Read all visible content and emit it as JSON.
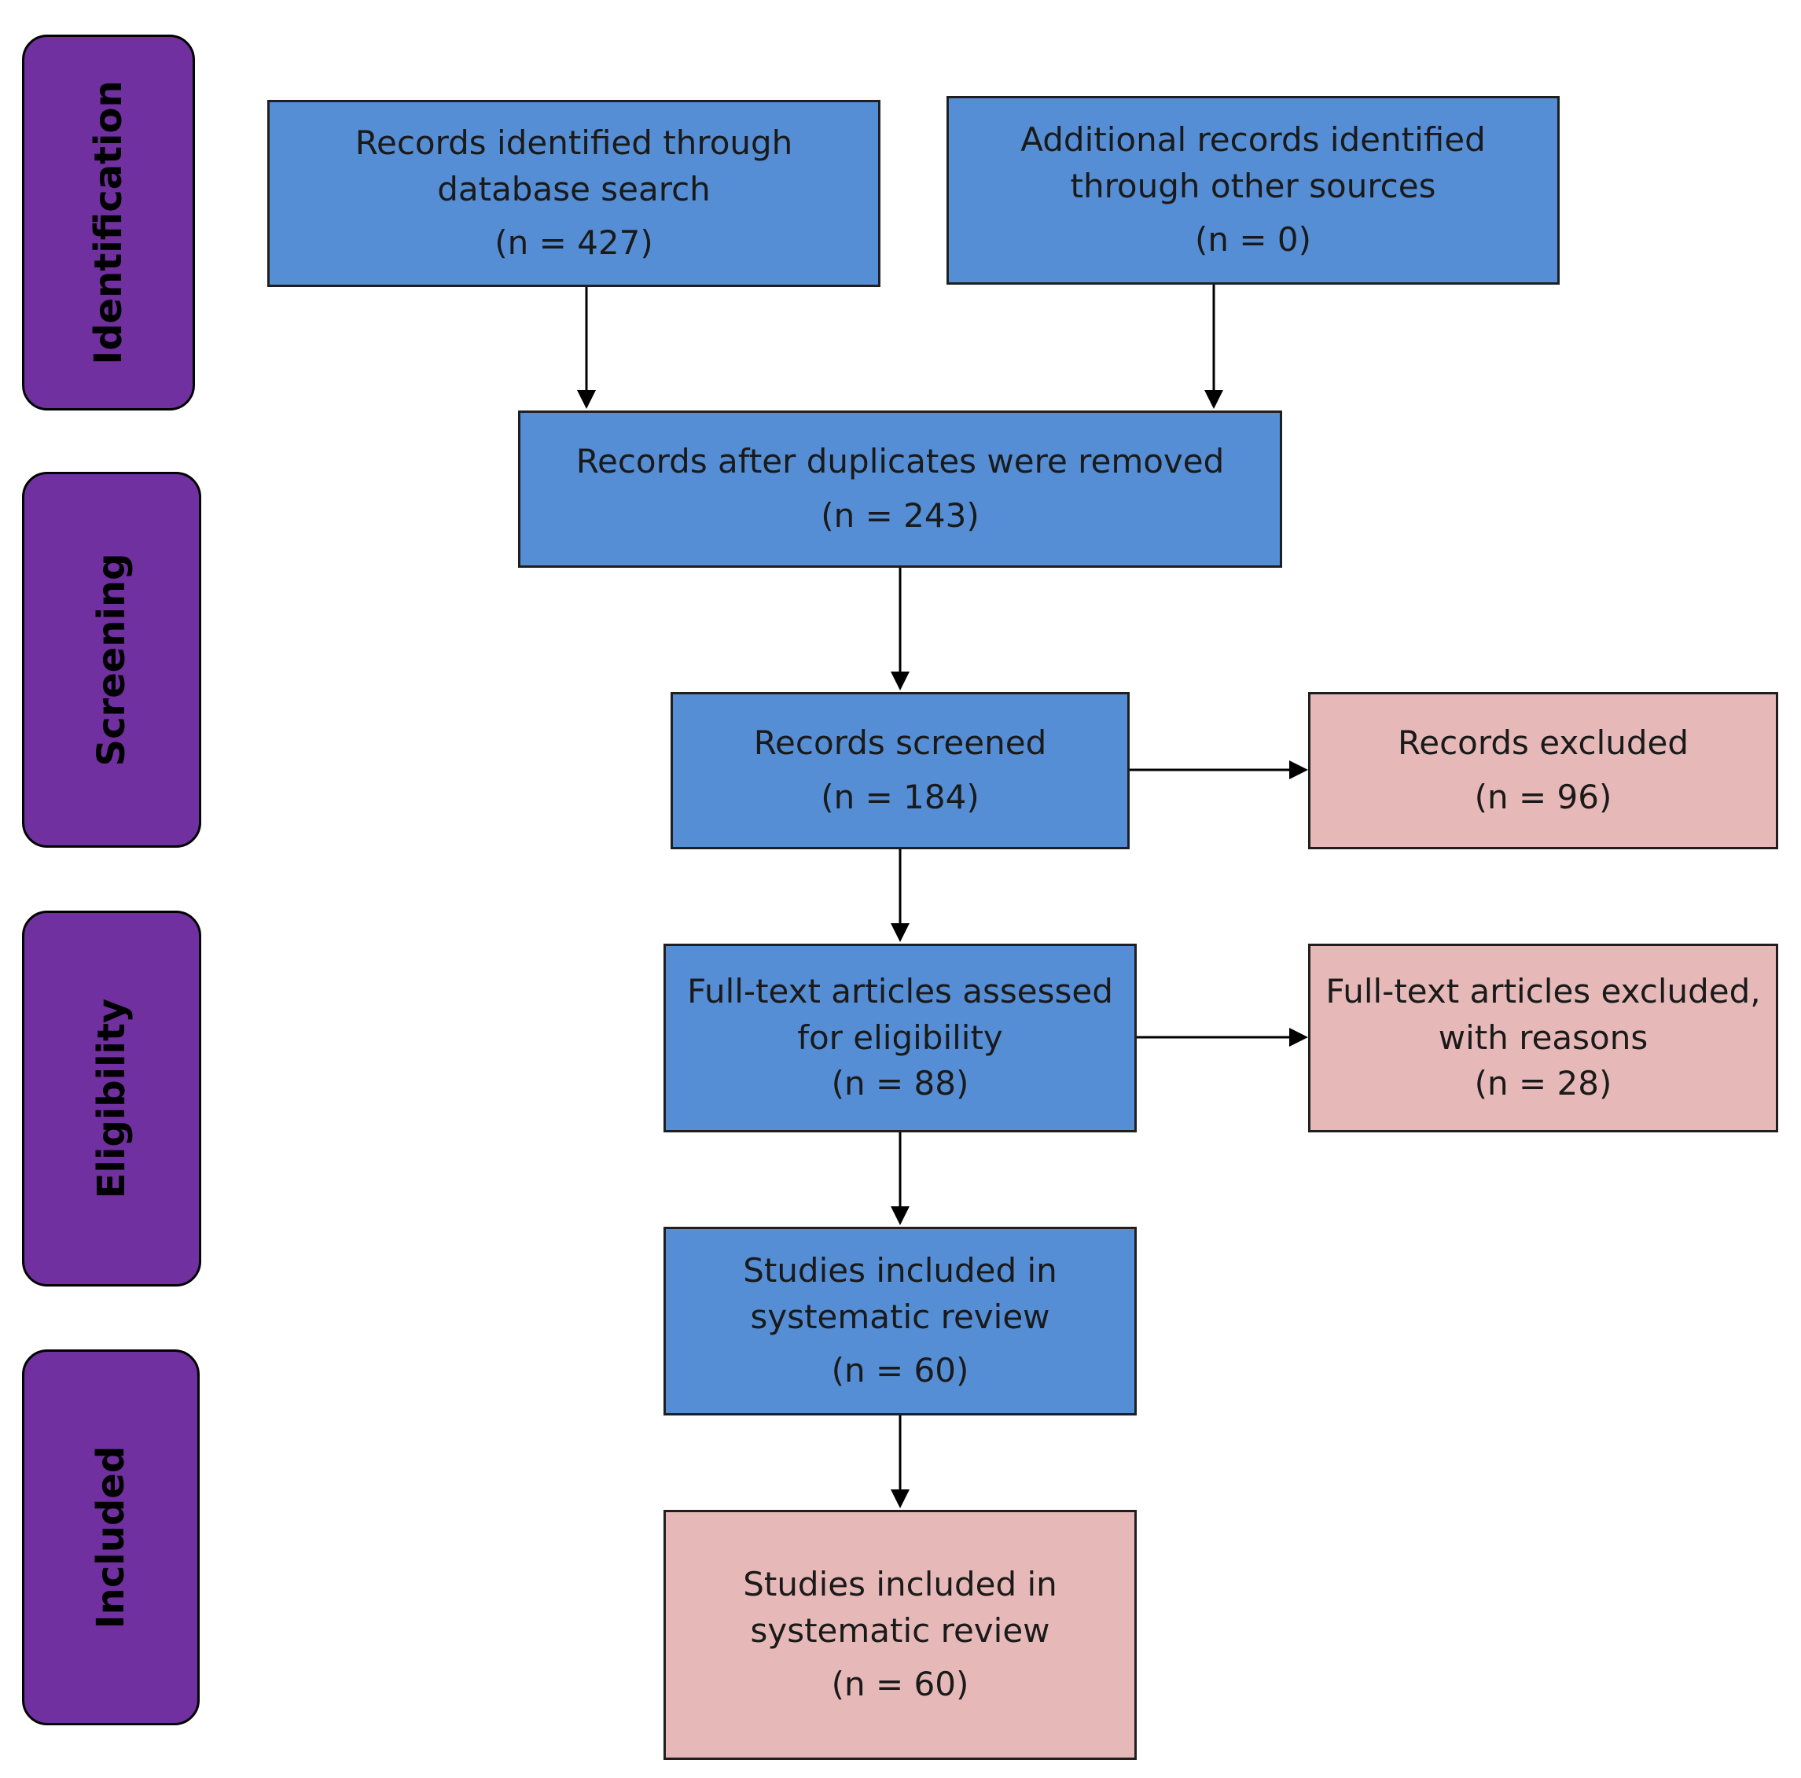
{
  "phases": {
    "identification": "Identification",
    "screening": "Screening",
    "eligibility": "Eligibility",
    "included": "Included"
  },
  "boxes": {
    "database_search": {
      "line1": "Records identified through",
      "line2": "database search",
      "count": "(n = 427)"
    },
    "other_sources": {
      "line1": "Additional records identified",
      "line2": "through other sources",
      "count": "(n = 0)"
    },
    "duplicates_removed": {
      "line1": "Records after duplicates were removed",
      "count": "(n = 243)"
    },
    "screened": {
      "line1": "Records screened",
      "count": "(n = 184)"
    },
    "excluded": {
      "line1": "Records excluded",
      "count": "(n = 96)"
    },
    "fulltext_assessed": {
      "line1": "Full-text articles assessed",
      "line2": "for eligibility",
      "count": "(n = 88)"
    },
    "fulltext_excluded": {
      "line1": "Full-text articles excluded,",
      "line2": "with reasons",
      "count": "(n = 28)"
    },
    "included_review": {
      "line1": "Studies included in",
      "line2": "systematic review",
      "count": "(n = 60)"
    },
    "included_final": {
      "line1": "Studies included in",
      "line2": "systematic review",
      "count": "(n = 60)"
    }
  },
  "colors": {
    "phase": "#7030a0",
    "process_box": "#558ed5",
    "outcome_box": "#e6b9b8"
  }
}
